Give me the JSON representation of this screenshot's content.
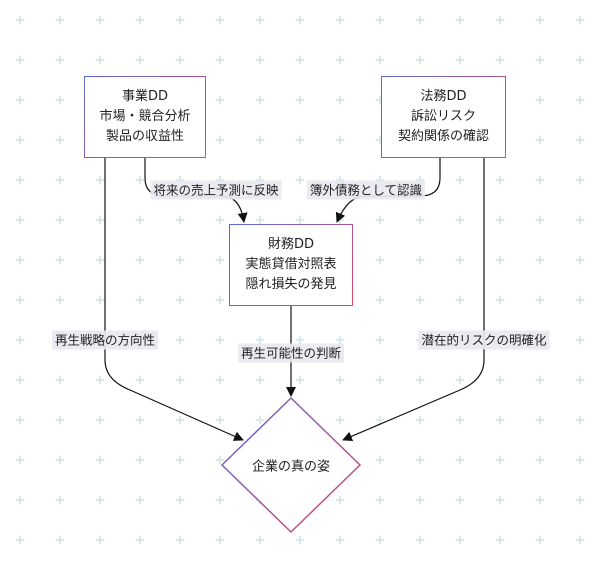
{
  "nodes": {
    "business": {
      "title": "事業DD",
      "line1": "市場・競合分析",
      "line2": "製品の収益性"
    },
    "legal": {
      "title": "法務DD",
      "line1": "訴訟リスク",
      "line2": "契約関係の確認"
    },
    "finance": {
      "title": "財務DD",
      "line1": "実態貸借対照表",
      "line2": "隠れ損失の発見"
    },
    "result": {
      "label": "企業の真の姿"
    }
  },
  "edges": {
    "business_to_finance": "将来の売上予測に反映",
    "legal_to_finance": "簿外債務として認識",
    "business_to_result": "再生戦略の方向性",
    "finance_to_result": "再生可能性の判断",
    "legal_to_result": "潜在的リスクの明確化"
  },
  "colors": {
    "border_start": "#5b6ad8",
    "border_end": "#e0476b",
    "grid_plus": "#d6ecea",
    "edge": "#111111"
  }
}
